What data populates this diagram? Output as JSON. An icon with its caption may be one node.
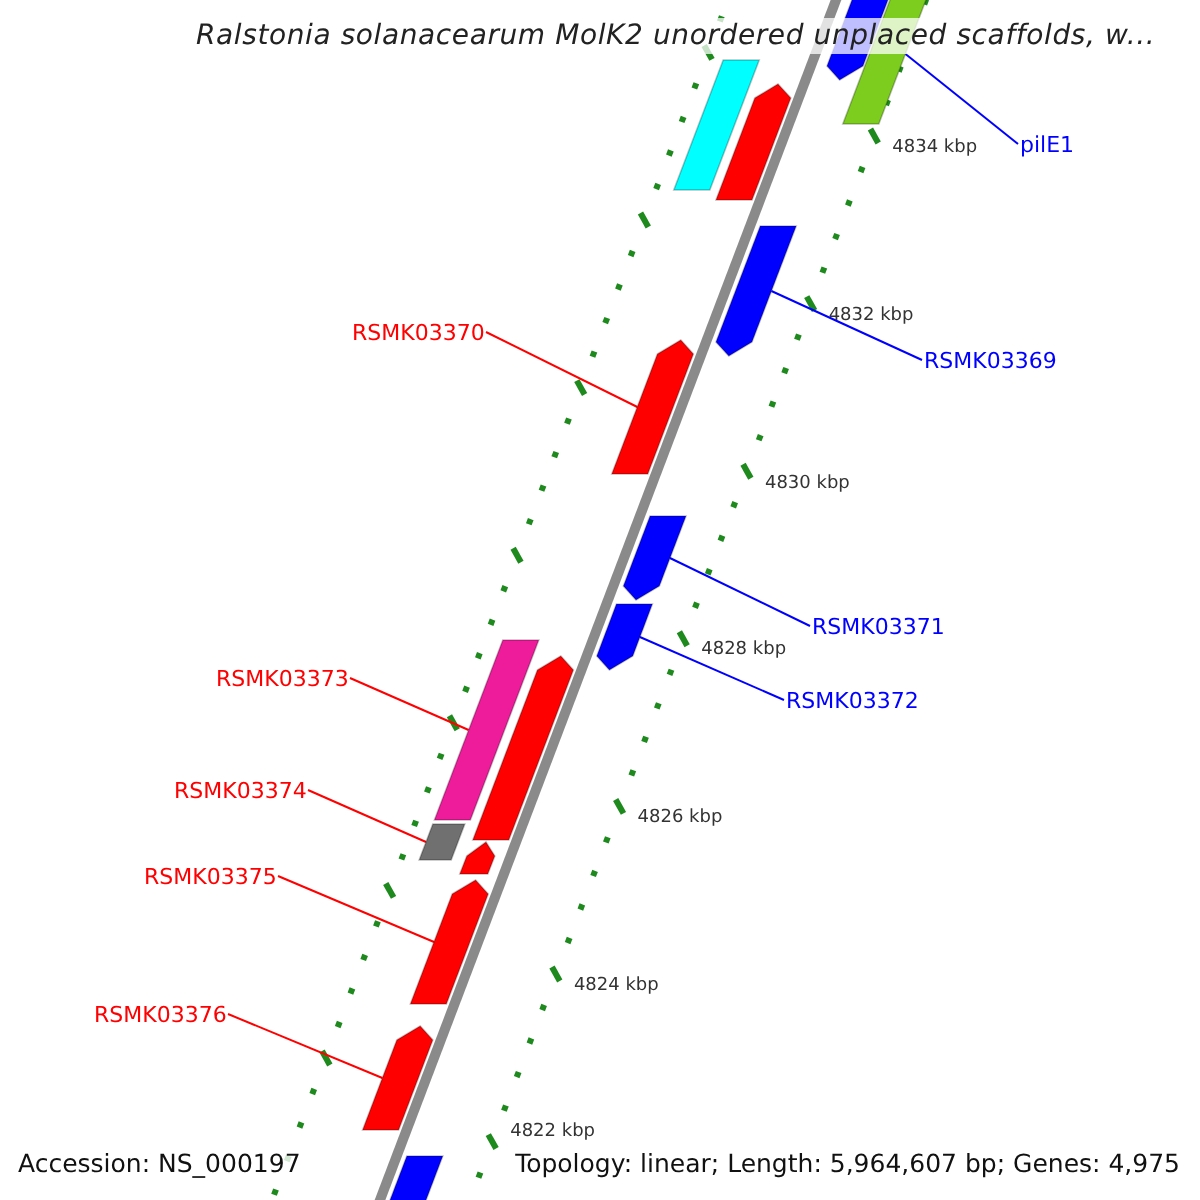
{
  "diagram": {
    "title": "Ralstonia solanacearum MolK2 unordered unplaced scaffolds, w...",
    "nodes": [
      {
        "text": [
          "pilE1"
        ]
      },
      {
        "text": [
          "RSMK03369"
        ]
      },
      {
        "text": [
          "RSMK03370"
        ]
      },
      {
        "text": [
          "RSMK03371"
        ]
      },
      {
        "text": [
          "RSMK03372"
        ]
      },
      {
        "text": [
          "RSMK03373"
        ]
      },
      {
        "text": [
          "RSMK03374"
        ]
      },
      {
        "text": [
          "RSMK03375"
        ]
      },
      {
        "text": [
          "RSMK03376"
        ]
      },
      {
        "text": [],
        "shape": "bar"
      },
      {
        "text": [],
        "shape": "bar"
      },
      {
        "text": [],
        "shape": "bar"
      },
      {
        "text": [],
        "shape": "bar"
      },
      {
        "text": [],
        "shape": "bar"
      },
      {
        "text": [],
        "shape": "bar"
      },
      {
        "text": [],
        "shape": "bar"
      },
      {
        "text": [],
        "shape": "bar"
      },
      {
        "text": [],
        "shape": "bar"
      },
      {
        "text": [],
        "shape": "bar"
      },
      {
        "text": [],
        "shape": "bar"
      },
      {
        "text": [],
        "shape": "bar"
      },
      {
        "text": [],
        "shape": "bar"
      },
      {
        "text": [],
        "shape": "bar"
      },
      {
        "text": [],
        "shape": "bar"
      }
    ],
    "edges": [
      {
        "from": 0,
        "to": 10,
        "arrow": "none",
        "color": "#0000ff"
      },
      {
        "from": 1,
        "to": 13,
        "arrow": "none",
        "color": "#0000ff"
      },
      {
        "from": 2,
        "to": 14,
        "arrow": "none"
      },
      {
        "from": 3,
        "to": 15,
        "arrow": "none",
        "color": "#0000ff"
      },
      {
        "from": 4,
        "to": 16,
        "arrow": "none",
        "color": "#0000ff"
      },
      {
        "from": 5,
        "to": 17,
        "arrow": "none"
      },
      {
        "from": 6,
        "to": 19,
        "arrow": "none"
      },
      {
        "from": 7,
        "to": 21,
        "arrow": "none"
      },
      {
        "from": 8,
        "to": 22,
        "arrow": "none"
      }
    ],
    "labels": [
      "4834 kbp",
      "4832 kbp",
      "4830 kbp",
      "4828 kbp",
      "4826 kbp",
      "4824 kbp",
      "4822 kbp",
      "Accession: NS_000197",
      "Topology: linear; Length: 5,964,607 bp; Genes: 4,975"
    ]
  }
}
